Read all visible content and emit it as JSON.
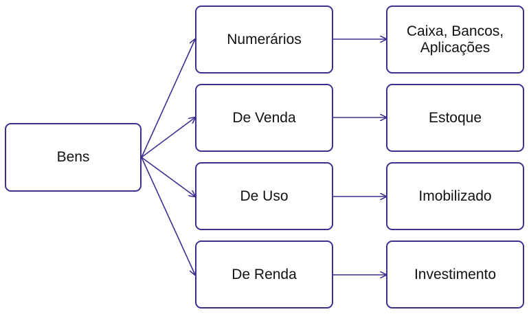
{
  "root": {
    "label": "Bens"
  },
  "categories": [
    {
      "label": "Numerários",
      "result": "Caixa, Bancos,\nAplicações"
    },
    {
      "label": "De Venda",
      "result": "Estoque"
    },
    {
      "label": "De Uso",
      "result": "Imobilizado"
    },
    {
      "label": "De Renda",
      "result": "Investimento"
    }
  ],
  "colors": {
    "stroke": "#3b2f8f",
    "text": "#111111",
    "background": "#ffffff"
  }
}
